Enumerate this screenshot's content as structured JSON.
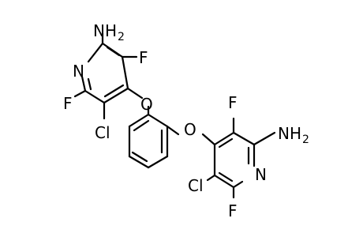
{
  "molecule": {
    "labels": {
      "nh2_left": "NH",
      "nh2_left_sub": "2",
      "f_left_top": "F",
      "n_left": "N",
      "f_left_mid": "F",
      "o_left": "O",
      "cl_left": "Cl",
      "o_right": "O",
      "f_right_top": "F",
      "nh2_right": "NH",
      "nh2_right_sub": "2",
      "cl_right": "Cl",
      "n_right": "N",
      "f_right_bottom": "F"
    },
    "colors": {
      "bond": "#000000",
      "text": "#000000",
      "background": "#ffffff"
    }
  }
}
